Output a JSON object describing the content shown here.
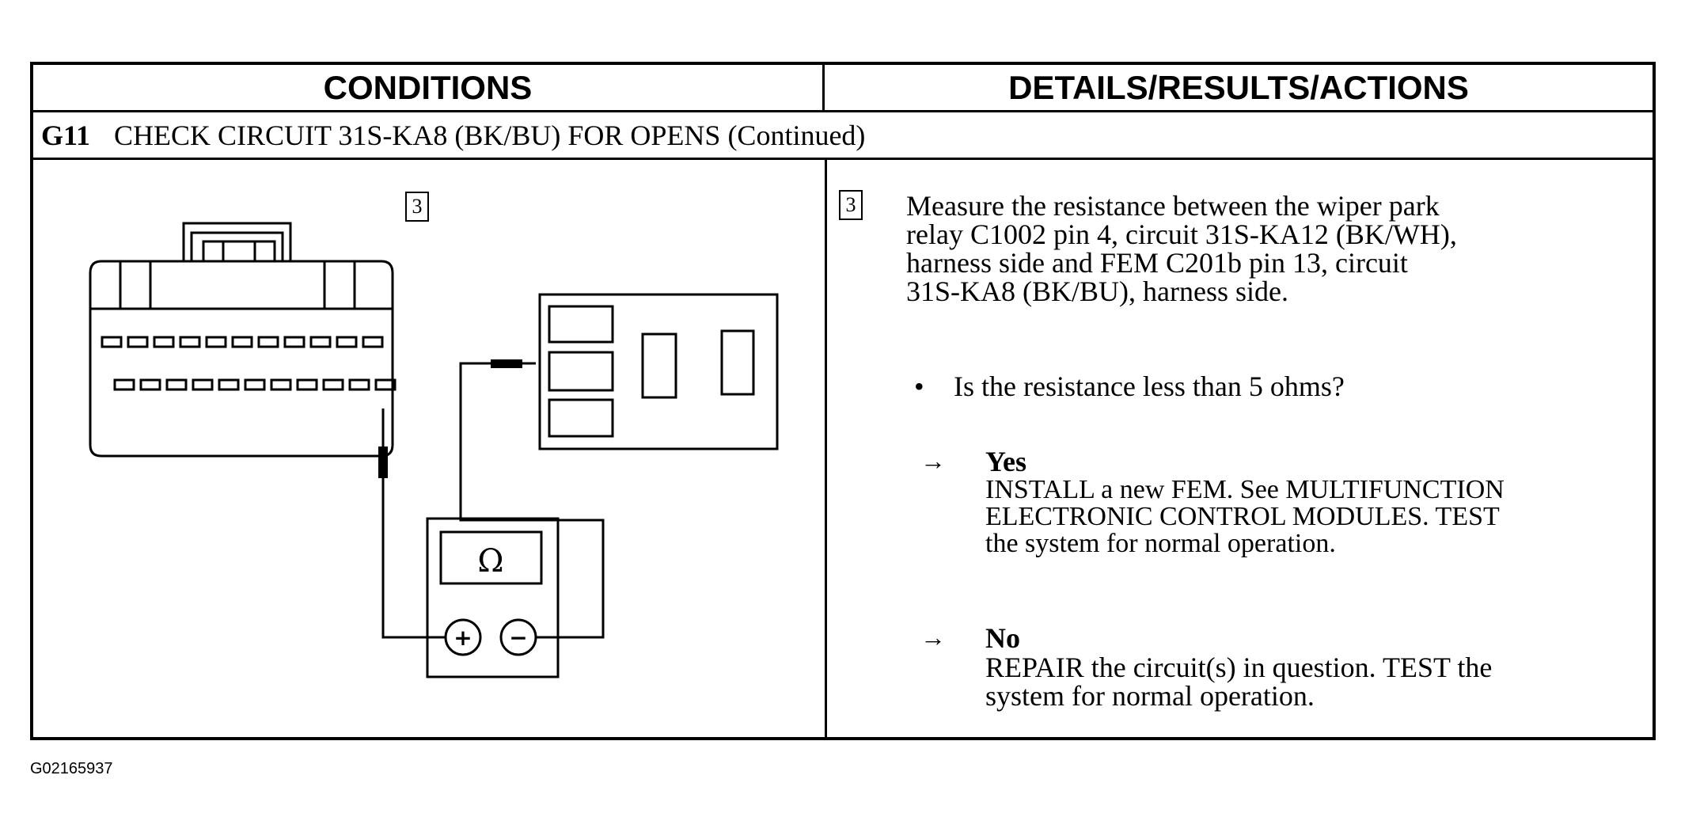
{
  "table": {
    "header_left": "CONDITIONS",
    "header_right": "DETAILS/RESULTS/ACTIONS",
    "step": {
      "id": "G11",
      "title": "CHECK CIRCUIT 31S-KA8 (BK/BU) FOR OPENS (Continued)"
    }
  },
  "conditions": {
    "step_number": "3",
    "meter_symbol": "Ω",
    "plus_symbol": "+",
    "minus_symbol": "−"
  },
  "details": {
    "step_number": "3",
    "instruction_lines": [
      "Measure the resistance between the wiper park",
      "relay C1002 pin 4, circuit 31S-KA12 (BK/WH),",
      "harness side and FEM C201b pin 13, circuit",
      "31S-KA8 (BK/BU), harness side."
    ],
    "bullet": "•",
    "question": "Is the resistance less than 5 ohms?",
    "arrow": "→",
    "yes": {
      "label": "Yes",
      "lines": [
        "INSTALL a new FEM. See MULTIFUNCTION",
        "ELECTRONIC CONTROL MODULES. TEST",
        "the system for normal operation."
      ]
    },
    "no": {
      "label": "No",
      "lines": [
        "REPAIR the circuit(s) in question. TEST the",
        "system for normal operation."
      ]
    }
  },
  "figure_id": "G02165937"
}
